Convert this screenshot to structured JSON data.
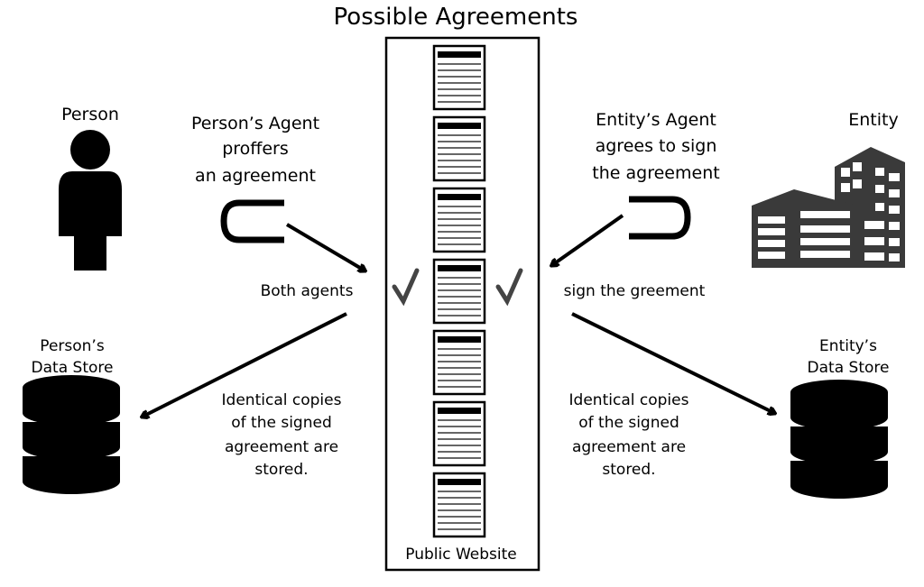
{
  "title": "Possible Agreements",
  "website_label": "Public Website",
  "person": {
    "label": "Person",
    "agent_lines": [
      "Person’s Agent",
      "proffers",
      "an agreement"
    ],
    "store_lines": [
      "Person’s",
      "Data Store"
    ]
  },
  "entity": {
    "label": "Entity",
    "agent_lines": [
      "Entity’s Agent",
      "agrees to sign",
      "the agreement"
    ],
    "store_lines": [
      "Entity’s",
      "Data Store"
    ]
  },
  "signing": {
    "left": "Both agents",
    "right": "sign the greement"
  },
  "stored_lines": [
    "Identical copies",
    "of the signed",
    "agreement are",
    "stored."
  ],
  "document_count": 7,
  "signed_document_index": 3
}
